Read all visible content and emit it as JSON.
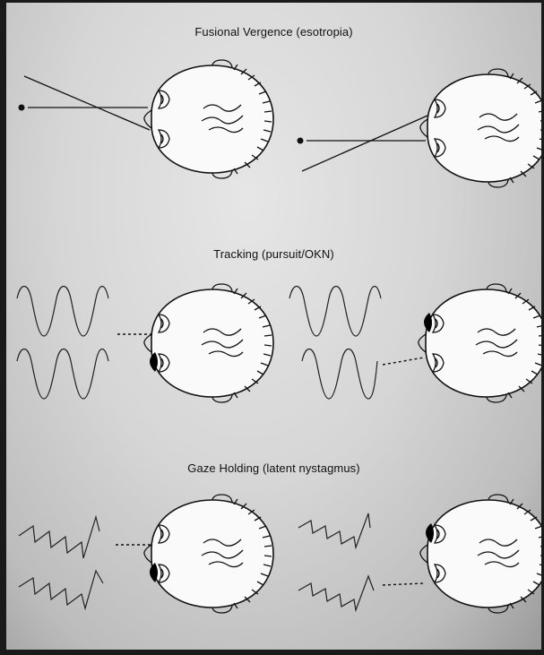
{
  "panels": [
    {
      "title": "Fusional Vergence (esotropia)"
    },
    {
      "title": "Tracking (pursuit/OKN)"
    },
    {
      "title": "Gaze Holding (latent nystagmus)"
    }
  ],
  "colors": {
    "ink": "#111111",
    "paper": "#d9d9d9",
    "head_fill": "#fafafa",
    "occluder": "#000000"
  },
  "icons": [
    "head-top-view-icon",
    "eye-icon",
    "ear-icon",
    "fixation-target-icon",
    "occluder-icon"
  ]
}
